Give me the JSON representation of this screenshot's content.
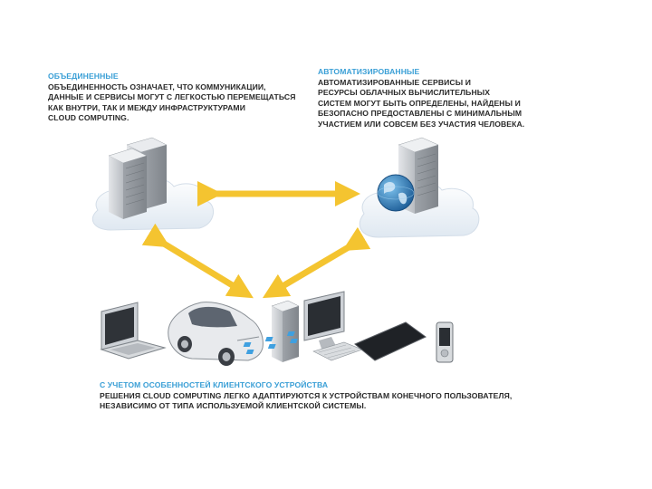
{
  "blocks": {
    "unified": {
      "title": "ОБЪЕДИНЕННЫЕ",
      "lines": [
        "ОБЪЕДИНЕННОСТЬ ОЗНАЧАЕТ, ЧТО КОММУНИКАЦИИ,",
        "ДАННЫЕ И СЕРВИСЫ МОГУТ С ЛЕГКОСТЬЮ ПЕРЕМЕЩАТЬСЯ",
        "КАК ВНУТРИ, ТАК И МЕЖДУ ИНФРАСТРУКТУРАМИ",
        "CLOUD COMPUTING."
      ]
    },
    "automated": {
      "title": "АВТОМАТИЗИРОВАННЫЕ",
      "lines": [
        "АВТОМАТИЗИРОВАННЫЕ СЕРВИСЫ И",
        "РЕСУРСЫ ОБЛАЧНЫХ ВЫЧИСЛИТЕЛЬНЫХ",
        "СИСТЕМ МОГУТ БЫТЬ ОПРЕДЕЛЕНЫ, НАЙДЕНЫ И",
        "БЕЗОПАСНО ПРЕДОСТАВЛЕНЫ С МИНИМАЛЬНЫМ",
        "УЧАСТИЕМ ИЛИ СОВСЕМ БЕЗ УЧАСТИЯ ЧЕЛОВЕКА."
      ]
    },
    "client_aware": {
      "title": "С УЧЕТОМ ОСОБЕННОСТЕЙ КЛИЕНТСКОГО УСТРОЙСТВА",
      "lines": [
        "РЕШЕНИЯ CLOUD COMPUTING ЛЕГКО АДАПТИРУЮТСЯ К УСТРОЙСТВАМ КОНЕЧНОГО ПОЛЬЗОВАТЕЛЯ,",
        "НЕЗАВИСИМО ОТ ТИПА ИСПОЛЬЗУЕМОЙ КЛИЕНТСКОЙ СИСТЕМЫ."
      ]
    }
  },
  "colors": {
    "title_blue": "#3a9fd6",
    "arrow_yellow": "#f4c430",
    "cloud": "#e6eef6",
    "server": "#c9cdd2"
  },
  "icons": [
    "server-rack-icon",
    "globe-icon",
    "laptop-icon",
    "car-icon",
    "desktop-pc-icon",
    "tablet-icon",
    "phone-icon"
  ]
}
